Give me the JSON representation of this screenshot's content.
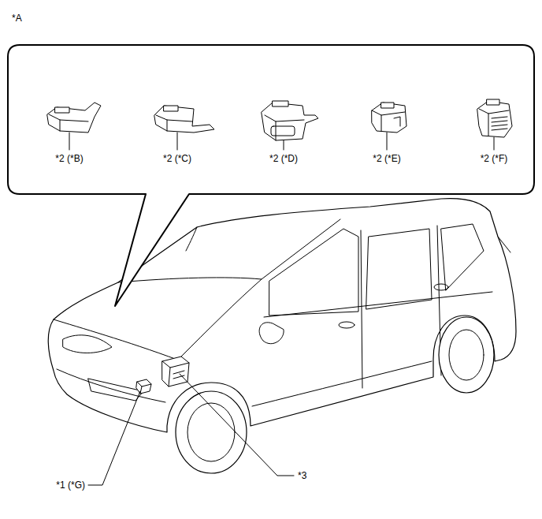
{
  "diagram": {
    "labels": [
      "*A",
      "*2 (*B)",
      "*2 (*C)",
      "*2 (*D)",
      "*2 (*E)",
      "*2 (*F)",
      "*1 (*G)",
      "*3"
    ]
  }
}
